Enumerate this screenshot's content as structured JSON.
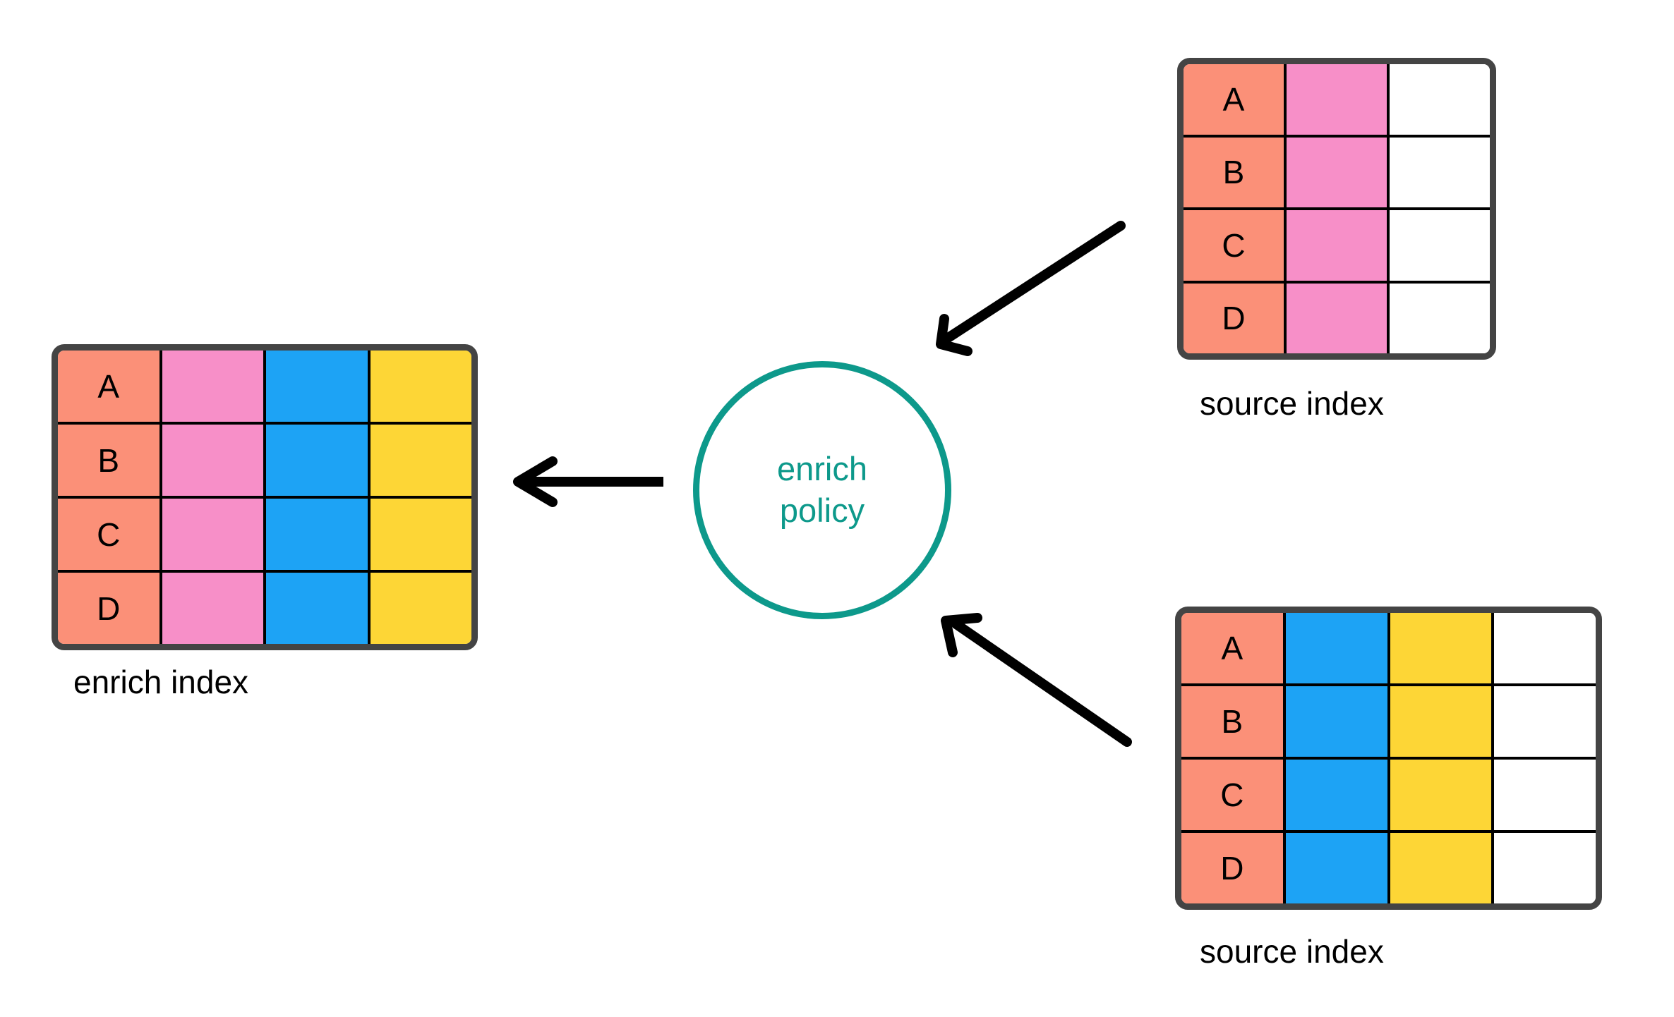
{
  "diagram": {
    "title": "enrich policy diagram",
    "background": "#ffffff"
  },
  "colors": {
    "key_column": "#FB9078",
    "pink_field": "#F78FC8",
    "blue_field": "#1DA3F5",
    "yellow_field": "#FDD636",
    "empty_field": "#ffffff",
    "table_border": "#444444",
    "cell_line": "#000000",
    "accent_teal": "#0D998B",
    "arrow": "#000000",
    "text": "#000000"
  },
  "enrich_index": {
    "caption": "enrich index",
    "columns": [
      {
        "name": "key",
        "color": "#FB9078"
      },
      {
        "name": "pink-field",
        "color": "#F78FC8"
      },
      {
        "name": "blue-field",
        "color": "#1DA3F5"
      },
      {
        "name": "yellow-field",
        "color": "#FDD636"
      }
    ],
    "rows": [
      {
        "key": "A",
        "cells": [
          "A",
          "",
          "",
          ""
        ]
      },
      {
        "key": "B",
        "cells": [
          "B",
          "",
          "",
          ""
        ]
      },
      {
        "key": "C",
        "cells": [
          "C",
          "",
          "",
          ""
        ]
      },
      {
        "key": "D",
        "cells": [
          "D",
          "",
          "",
          ""
        ]
      }
    ]
  },
  "source_index_top": {
    "caption": "source index",
    "columns": [
      {
        "name": "key",
        "color": "#FB9078"
      },
      {
        "name": "pink-field",
        "color": "#F78FC8"
      },
      {
        "name": "empty-field",
        "color": "#ffffff"
      }
    ],
    "rows": [
      {
        "key": "A",
        "cells": [
          "A",
          "",
          ""
        ]
      },
      {
        "key": "B",
        "cells": [
          "B",
          "",
          ""
        ]
      },
      {
        "key": "C",
        "cells": [
          "C",
          "",
          ""
        ]
      },
      {
        "key": "D",
        "cells": [
          "D",
          "",
          ""
        ]
      }
    ]
  },
  "source_index_bottom": {
    "caption": "source index",
    "columns": [
      {
        "name": "key",
        "color": "#FB9078"
      },
      {
        "name": "blue-field",
        "color": "#1DA3F5"
      },
      {
        "name": "yellow-field",
        "color": "#FDD636"
      },
      {
        "name": "empty-field",
        "color": "#ffffff"
      }
    ],
    "rows": [
      {
        "key": "A",
        "cells": [
          "A",
          "",
          "",
          ""
        ]
      },
      {
        "key": "B",
        "cells": [
          "B",
          "",
          "",
          ""
        ]
      },
      {
        "key": "C",
        "cells": [
          "C",
          "",
          "",
          ""
        ]
      },
      {
        "key": "D",
        "cells": [
          "D",
          "",
          "",
          ""
        ]
      }
    ]
  },
  "policy": {
    "line1": "enrich",
    "line2": "policy",
    "color": "#0D998B"
  },
  "arrows": [
    {
      "name": "source-top-to-policy",
      "from": "source index (top)",
      "to": "enrich policy",
      "direction": "down-left"
    },
    {
      "name": "source-bottom-to-policy",
      "from": "source index (bottom)",
      "to": "enrich policy",
      "direction": "up-left"
    },
    {
      "name": "policy-to-enrich-index",
      "from": "enrich policy",
      "to": "enrich index",
      "direction": "left"
    }
  ]
}
